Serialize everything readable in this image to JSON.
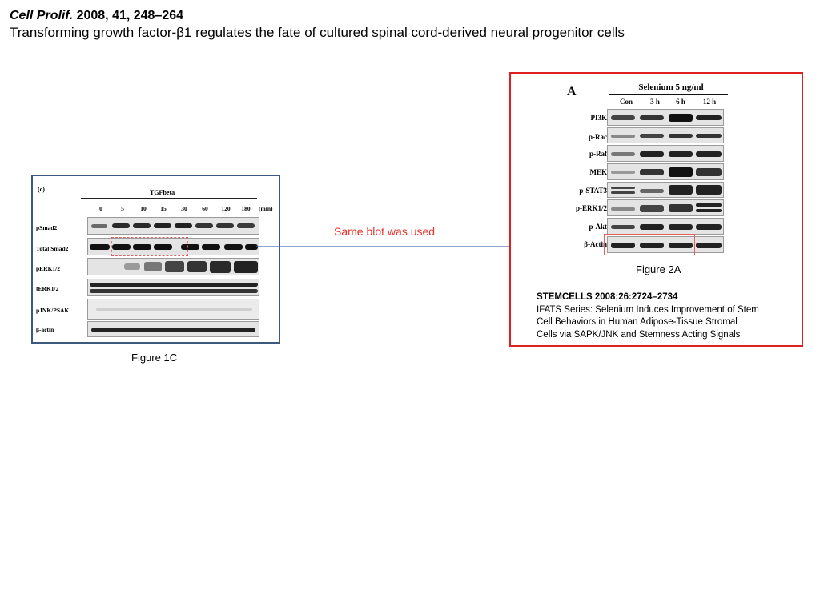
{
  "header": {
    "journal": "Cell Prolif.",
    "citation": "2008, 41, 248–264",
    "title": "Transforming growth factor-β1 regulates the fate of cultured spinal cord-derived neural progenitor cells"
  },
  "figure1": {
    "panel_label": "(c)",
    "treatment": "TGFbeta",
    "timepoints": [
      "0",
      "5",
      "10",
      "15",
      "30",
      "60",
      "120",
      "180"
    ],
    "unit": "(min)",
    "rows": [
      "pSmad2",
      "Total Smad2",
      "pERK1/2",
      "tERK1/2",
      "pJNK/PSAK",
      "β-actin"
    ],
    "caption": "Figure 1C"
  },
  "annotation": {
    "text": "Same blot was used",
    "color": "#e8332a",
    "arrow_color": "#4a72b0"
  },
  "figure2": {
    "panel_label": "A",
    "treatment": "Selenium 5 ng/ml",
    "timepoints": [
      "Con",
      "3 h",
      "6 h",
      "12 h"
    ],
    "rows": [
      "PI3K",
      "p-Rac",
      "p-Raf",
      "MEK",
      "p-STAT3",
      "p-ERK1/2",
      "p-Akt",
      "β-Actin"
    ],
    "caption": "Figure 2A",
    "frame_color": "#e0201f"
  },
  "citation": {
    "journal": "STEMCELLS 2008;26:2724–2734",
    "line1": "IFATS Series: Selenium Induces Improvement of Stem",
    "line2": "Cell Behaviors in Human Adipose-Tissue Stromal",
    "line3": "Cells via SAPK/JNK and Stemness Acting Signals"
  }
}
